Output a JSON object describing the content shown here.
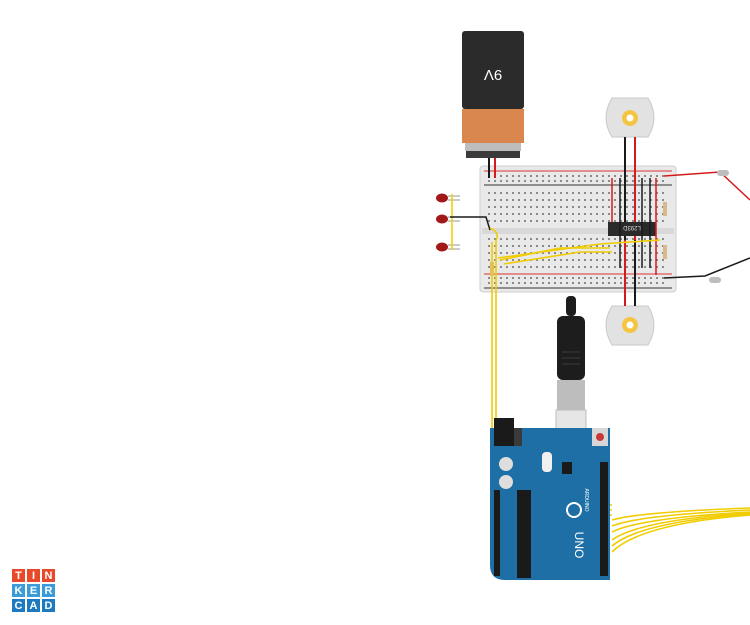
{
  "app": {
    "name": "Tinkercad"
  },
  "battery": {
    "label": "9V"
  },
  "driver_ic": {
    "label": "L293D"
  },
  "arduino": {
    "brand": "ARDUINO",
    "model": "UNO"
  },
  "logo": {
    "letters": [
      "T",
      "I",
      "N",
      "K",
      "E",
      "R",
      "C",
      "A",
      "D"
    ],
    "colors": [
      "#e8492a",
      "#e8492a",
      "#e8492a",
      "#3a9cd8",
      "#3a9cd8",
      "#3a9cd8",
      "#1e7ac0",
      "#1e7ac0",
      "#1e7ac0"
    ]
  },
  "colors": {
    "wire_yellow": "#f0cc00",
    "wire_red": "#d41a1a",
    "wire_black": "#1a1a1a",
    "arduino_blue": "#1e6fa6",
    "breadboard": "#ececec",
    "battery_orange": "#d9874e"
  }
}
